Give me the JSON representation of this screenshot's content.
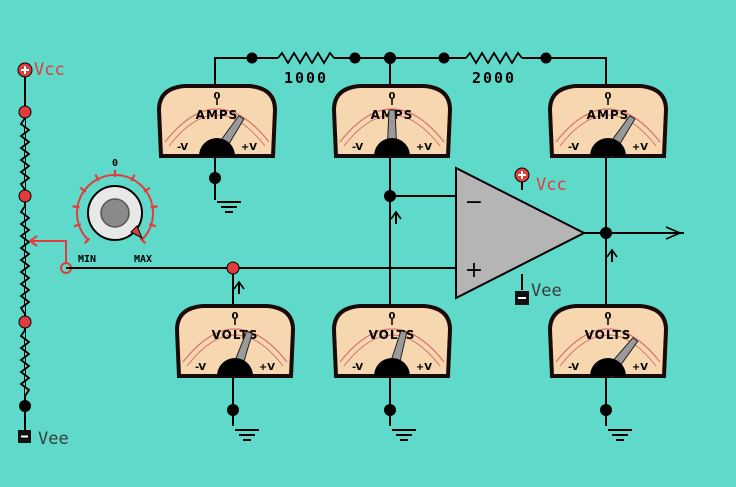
{
  "colors": {
    "background": "#5fd9c9",
    "wire": "#000000",
    "node": "#e23b3b",
    "meter_face": "#f6d7b0",
    "meter_border": "#1a0a0a",
    "opamp_fill": "#b5b5b5",
    "supply_label": "#e23b3b",
    "ground_label": "#3a3a3a"
  },
  "supply": {
    "vcc_label": "Vcc",
    "vee_label": "Vee",
    "opamp_vcc_label": "Vcc",
    "opamp_vee_label": "Vee"
  },
  "resistors": {
    "input_label": "1000",
    "feedback_label": "2000"
  },
  "knob": {
    "zero_label": "0",
    "min_label": "MIN",
    "max_label": "MAX"
  },
  "opamp": {
    "minus_label": "−",
    "plus_label": "+"
  },
  "meters": {
    "amps_left": {
      "title": "AMPS",
      "zero": "0",
      "neg": "-V",
      "pos": "+V",
      "needle_fraction": 0.78
    },
    "amps_mid": {
      "title": "AMPS",
      "zero": "0",
      "neg": "-V",
      "pos": "+V",
      "needle_fraction": 0.5
    },
    "amps_right": {
      "title": "AMPS",
      "zero": "0",
      "neg": "-V",
      "pos": "+V",
      "needle_fraction": 0.78
    },
    "volts_left": {
      "title": "VOLTS",
      "zero": "0",
      "neg": "-V",
      "pos": "+V",
      "needle_fraction": 0.66
    },
    "volts_mid": {
      "title": "VOLTS",
      "zero": "0",
      "neg": "-V",
      "pos": "+V",
      "needle_fraction": 0.63
    },
    "volts_right": {
      "title": "VOLTS",
      "zero": "0",
      "neg": "-V",
      "pos": "+V",
      "needle_fraction": 0.82
    }
  }
}
